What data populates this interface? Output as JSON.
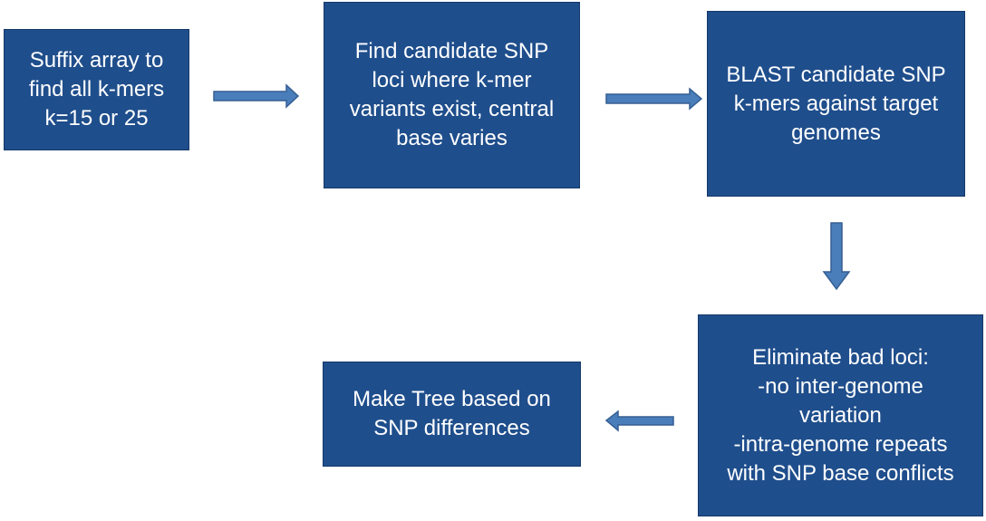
{
  "colors": {
    "box_fill": "#1f4e8c",
    "box_border": "#16396a",
    "text": "#ffffff",
    "arrow_fill": "#4a7ebb",
    "arrow_stroke": "#355f93"
  },
  "boxes": {
    "suffix": {
      "text": "Suffix array to\nfind all k-mers\nk=15 or 25"
    },
    "find_candidates": {
      "text": "Find candidate SNP\nloci where k-mer\nvariants exist, central\nbase varies"
    },
    "blast": {
      "text": "BLAST candidate SNP\nk-mers against target\ngenomes"
    },
    "eliminate": {
      "text": "Eliminate bad loci:\n-no inter-genome\nvariation\n-intra-genome repeats\nwith SNP base conflicts"
    },
    "make_tree": {
      "text": "Make Tree based on\nSNP differences"
    }
  }
}
